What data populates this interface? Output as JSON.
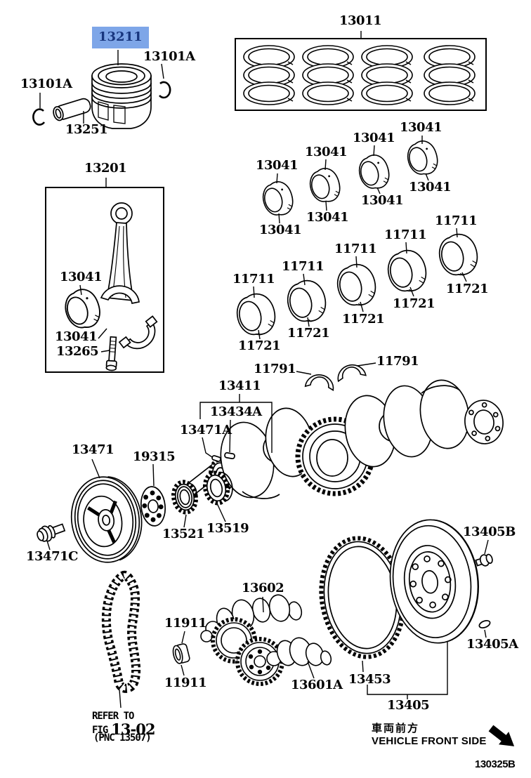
{
  "page": {
    "background": "#ffffff",
    "line_color": "#000000",
    "highlight": {
      "background": "#7EA6E8",
      "text_color": "#18367E",
      "highlighted_part": "13211"
    },
    "footer_code": "130325B",
    "front_side": {
      "jp": "車両前方",
      "en": "VEHICLE FRONT SIDE"
    },
    "chain_note": {
      "line1": "REFER TO",
      "line2_prefix": "FIG",
      "line2_fig": "13-02",
      "line3": "(PNC 13507)"
    }
  },
  "part_numbers": {
    "piston": "13211",
    "piston_pin": "13251",
    "pin_snap_ring": "13101A",
    "piston_ring_set": "13011",
    "connecting_rod": "13201",
    "rod_bearing": "13041",
    "rod_bolt": "13265",
    "main_bearing_upper": "11711",
    "main_bearing_lower": "11721",
    "thrust_washer": "11791",
    "crankshaft": "13411",
    "crankshaft_key": "13434A",
    "pulley_key": "13471A",
    "pulley": "13471",
    "sensor_plate": "19315",
    "crank_sprocket": "13521",
    "sensor_rotor": "13519",
    "pulley_bolt": "13471C",
    "balance_shaft_no1": "13602",
    "balance_shaft_bushing": "11911",
    "balance_shaft_no2": "13601A",
    "ring_gear": "13453",
    "flywheel": "13405",
    "flywheel_bolt": "13405B",
    "flywheel_pin": "13405A"
  }
}
